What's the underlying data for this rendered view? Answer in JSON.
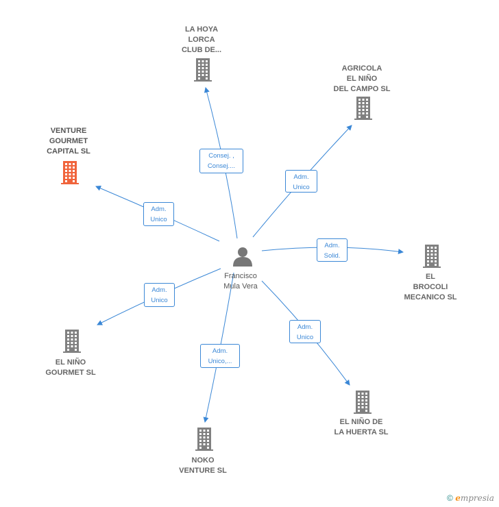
{
  "center": {
    "name": "Francisco\nMula Vera",
    "icon": "person-icon"
  },
  "companies": [
    {
      "id": "la-hoya",
      "name": "LA HOYA\nLORCA\nCLUB DE...",
      "color": "#808080",
      "highlight": false
    },
    {
      "id": "agricola",
      "name": "AGRICOLA\nEL NIÑO\nDEL CAMPO SL",
      "color": "#808080",
      "highlight": false
    },
    {
      "id": "venture",
      "name": "VENTURE\nGOURMET\nCAPITAL  SL",
      "color": "#f0643c",
      "highlight": true
    },
    {
      "id": "brocoli",
      "name": "EL\nBROCOLI\nMECANICO  SL",
      "color": "#808080",
      "highlight": false
    },
    {
      "id": "gourmet",
      "name": "EL NIÑO\nGOURMET  SL",
      "color": "#808080",
      "highlight": false
    },
    {
      "id": "huerta",
      "name": "EL NIÑO DE\nLA HUERTA  SL",
      "color": "#808080",
      "highlight": false
    },
    {
      "id": "noko",
      "name": "NOKO\nVENTURE  SL",
      "color": "#808080",
      "highlight": false
    }
  ],
  "relations": [
    {
      "to": "la-hoya",
      "label": "Consej. ,\nConsej...."
    },
    {
      "to": "agricola",
      "label": "Adm.\nUnico"
    },
    {
      "to": "venture",
      "label": "Adm.\nUnico"
    },
    {
      "to": "brocoli",
      "label": "Adm.\nSolid."
    },
    {
      "to": "gourmet",
      "label": "Adm.\nUnico"
    },
    {
      "to": "huerta",
      "label": "Adm.\nUnico"
    },
    {
      "to": "noko",
      "label": "Adm.\nUnico,..."
    }
  ],
  "footer": {
    "copyright": "©",
    "brand_initial": "e",
    "brand_rest": "mpresia"
  },
  "colors": {
    "edge": "#3a87d6",
    "building": "#808080",
    "highlight": "#f0643c",
    "person": "#777777"
  }
}
